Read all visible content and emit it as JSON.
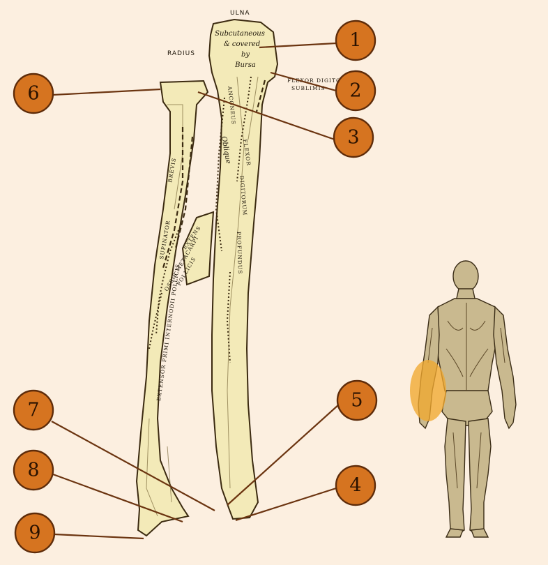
{
  "labels": {
    "ulna": "ULNA",
    "radius": "RADIUS",
    "subcutaneous": [
      "Subcutaneous",
      "& covered",
      "by",
      "Bursa"
    ],
    "flexor_dig_sub": [
      "FLEXOR DIGITORUM",
      "SUBLIMIS"
    ],
    "supinator": "SUPINATOR",
    "brevis": "BREVIS",
    "extensor": "EXTENS",
    "ossis": "OSSIS METACARPI",
    "pollicis": "POLLICIS",
    "ext_primi": "EXTENSOR PRIMI INTERNODII POLLICIS",
    "flexor": "FLEXOR",
    "digitorum": "DIGITORUM",
    "profundus": "PROFUNDUS",
    "oblique": "Oblique",
    "anconeus": "ANCONEUS"
  },
  "callouts": [
    {
      "number": "1"
    },
    {
      "number": "2"
    },
    {
      "number": "3"
    },
    {
      "number": "4"
    },
    {
      "number": "5"
    },
    {
      "number": "6"
    },
    {
      "number": "7"
    },
    {
      "number": "8"
    },
    {
      "number": "9"
    }
  ],
  "colors": {
    "background": "#fcefe0",
    "callout_fill": "#d67420",
    "leader_line": "#6b3410",
    "bone": "#f3eab8",
    "highlight": "#f0a830"
  }
}
